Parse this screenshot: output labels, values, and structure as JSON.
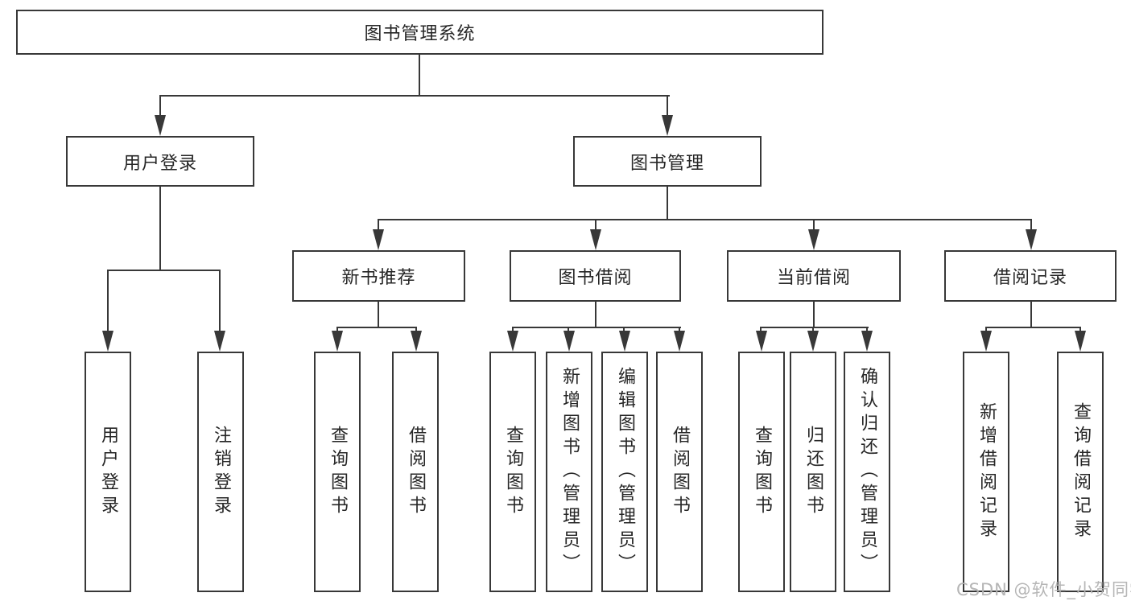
{
  "diagram_title": "图书管理系统",
  "nodes": {
    "root": {
      "label": "图书管理系统"
    },
    "user_login": {
      "label": "用户登录"
    },
    "book_mgmt": {
      "label": "图书管理"
    },
    "new_book_rec": {
      "label": "新书推荐"
    },
    "book_borrow": {
      "label": "图书借阅"
    },
    "current_borrow": {
      "label": "当前借阅"
    },
    "borrow_record": {
      "label": "借阅记录"
    },
    "leaf_user_login": {
      "label": "用户登录"
    },
    "leaf_logout": {
      "label": "注销登录"
    },
    "leaf_query_book_1": {
      "label": "查询图书"
    },
    "leaf_borrow_book_1": {
      "label": "借阅图书"
    },
    "leaf_query_book_2": {
      "label": "查询图书"
    },
    "leaf_add_book": {
      "label": "新增图书（管理员）"
    },
    "leaf_edit_book": {
      "label": "编辑图书（管理员）"
    },
    "leaf_borrow_book_2": {
      "label": "借阅图书"
    },
    "leaf_query_book_3": {
      "label": "查询图书"
    },
    "leaf_return_book": {
      "label": "归还图书"
    },
    "leaf_confirm_return": {
      "label": "确认归还（管理员）"
    },
    "leaf_add_record": {
      "label": "新增借阅记录"
    },
    "leaf_query_record": {
      "label": "查询借阅记录"
    }
  },
  "hierarchy": {
    "图书管理系统": {
      "用户登录": [
        "用户登录",
        "注销登录"
      ],
      "图书管理": {
        "新书推荐": [
          "查询图书",
          "借阅图书"
        ],
        "图书借阅": [
          "查询图书",
          "新增图书（管理员）",
          "编辑图书（管理员）",
          "借阅图书"
        ],
        "当前借阅": [
          "查询图书",
          "归还图书",
          "确认归还（管理员）"
        ],
        "借阅记录": [
          "新增借阅记录",
          "查询借阅记录"
        ]
      }
    }
  },
  "watermark": {
    "text": "CSDN @软件_小贺同学"
  },
  "colors": {
    "line": "#383838",
    "box_border": "#383838",
    "text": "#262626",
    "watermark": "#b2b2b2",
    "background": "#ffffff"
  }
}
